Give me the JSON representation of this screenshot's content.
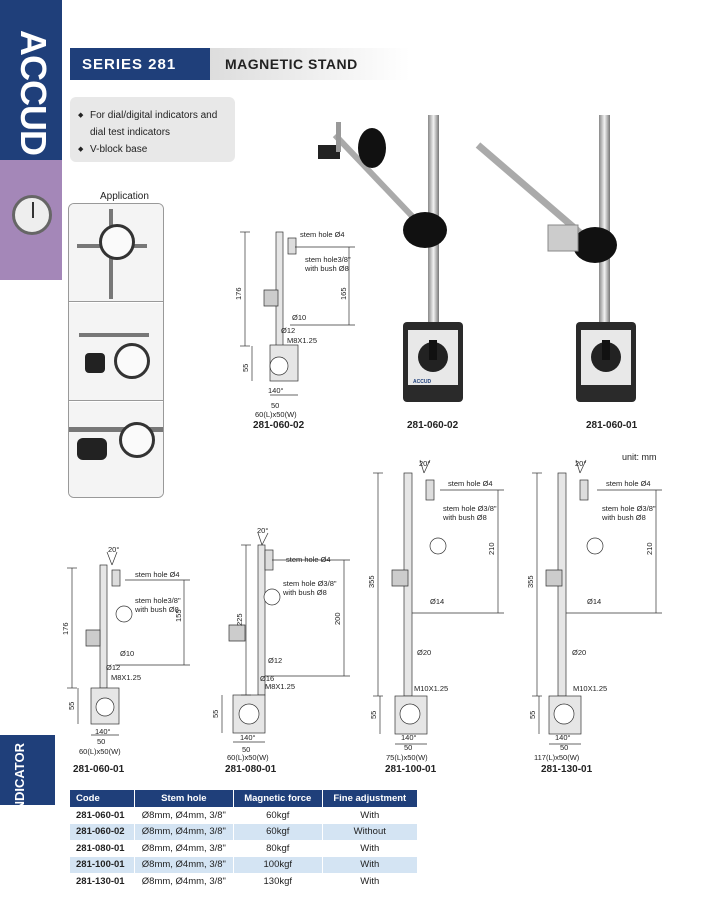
{
  "brand": {
    "logo": "ACCUD",
    "side_tab": "INDICATOR"
  },
  "header": {
    "series": "SERIES 281",
    "title": "MAGNETIC STAND"
  },
  "features": [
    "For dial/digital indicators and dial test indicators",
    "V-block base"
  ],
  "application_label": "Application",
  "unit_note": "unit: mm",
  "photos": [
    {
      "label": "281-060-02",
      "badge": "ACCUD"
    },
    {
      "label": "281-060-01"
    }
  ],
  "diagrams": [
    {
      "id": "281-060-02",
      "texts": {
        "stem1": "stem hole Ø4",
        "stem2": "stem hole3/8\"",
        "stem3": "with bush Ø8",
        "h1": "176",
        "h2": "165",
        "d1": "Ø10",
        "d2": "Ø12",
        "thread": "M8X1.25",
        "base": "55",
        "angle": "140°",
        "width": "50",
        "size": "60(L)x50(W)"
      }
    },
    {
      "id": "281-060-01",
      "texts": {
        "ang": "20°",
        "stem1": "stem hole Ø4",
        "stem2": "stem hole3/8\"",
        "stem3": "with bush Ø8",
        "h1": "176",
        "h2": "155",
        "d1": "Ø10",
        "d2": "Ø12",
        "thread": "M8X1.25",
        "base": "55",
        "angle": "140°",
        "width": "50",
        "size": "60(L)x50(W)"
      }
    },
    {
      "id": "281-080-01",
      "texts": {
        "ang": "20°",
        "stem1": "stem hole Ø4",
        "stem2": "stem hole Ø3/8\"",
        "stem3": "with bush Ø8",
        "h1": "225",
        "h2": "200",
        "d1": "Ø12",
        "d2": "Ø16",
        "thread": "M8X1.25",
        "base": "55",
        "angle": "140°",
        "width": "50",
        "size": "60(L)x50(W)"
      }
    },
    {
      "id": "281-100-01",
      "texts": {
        "ang": "20°",
        "stem1": "stem hole Ø4",
        "stem2": "stem hole Ø3/8\"",
        "stem3": "with bush Ø8",
        "h1": "355",
        "h2": "210",
        "d1": "Ø14",
        "d2": "Ø20",
        "thread": "M10X1.25",
        "base": "55",
        "angle": "140°",
        "width": "50",
        "size": "75(L)x50(W)"
      }
    },
    {
      "id": "281-130-01",
      "texts": {
        "ang": "20°",
        "stem1": "stem hole Ø4",
        "stem2": "stem hole Ø3/8\"",
        "stem3": "with bush Ø8",
        "h1": "355",
        "h2": "210",
        "d1": "Ø14",
        "d2": "Ø20",
        "thread": "M10X1.25",
        "base": "55",
        "angle": "140°",
        "width": "50",
        "size": "117(L)x50(W)"
      }
    }
  ],
  "table": {
    "headers": [
      "Code",
      "Stem hole",
      "Magnetic force",
      "Fine adjustment"
    ],
    "rows": [
      [
        "281-060-01",
        "Ø8mm, Ø4mm, 3/8\"",
        "60kgf",
        "With"
      ],
      [
        "281-060-02",
        "Ø8mm, Ø4mm, 3/8\"",
        "60kgf",
        "Without"
      ],
      [
        "281-080-01",
        "Ø8mm, Ø4mm, 3/8\"",
        "80kgf",
        "With"
      ],
      [
        "281-100-01",
        "Ø8mm, Ø4mm, 3/8\"",
        "100kgf",
        "With"
      ],
      [
        "281-130-01",
        "Ø8mm, Ø4mm, 3/8\"",
        "130kgf",
        "With"
      ]
    ]
  },
  "colors": {
    "brand_blue": "#1f3f7a",
    "purple": "#a487b8",
    "row_tint": "#d4e4f3"
  }
}
